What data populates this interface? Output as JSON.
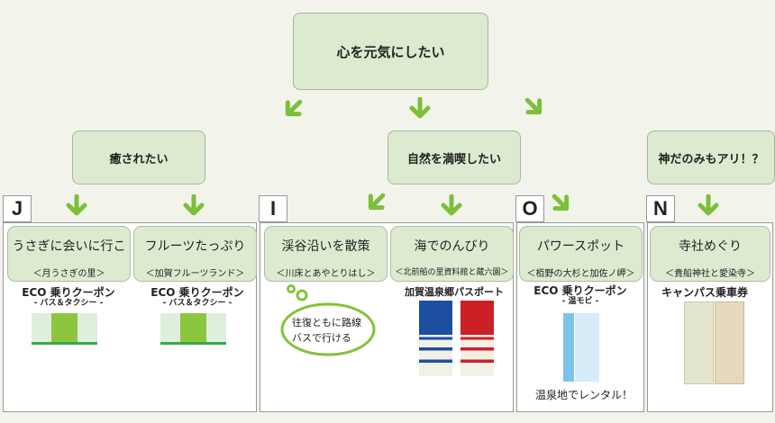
{
  "root": "心を元気にしたい",
  "branches": [
    {
      "label": "癒されたい"
    },
    {
      "label": "自然を満喫したい"
    },
    {
      "label": "神だのみもアリ！？"
    }
  ],
  "groups": [
    {
      "tag": "J",
      "items": [
        {
          "title": "うさぎに会いに行こ",
          "place": "＜月うさぎの里＞",
          "ticket": "ECO 乗りクーポン",
          "ticket_sub": "- バス＆タクシー -"
        },
        {
          "title": "フルーツたっぷり",
          "place": "＜加賀フルーツランド＞",
          "ticket": "ECO 乗りクーポン",
          "ticket_sub": "- バス＆タクシー -"
        }
      ]
    },
    {
      "tag": "I",
      "items": [
        {
          "title": "渓谷沿いを散策",
          "place": "＜川床とあやとりはし＞",
          "note_line1": "往復ともに路線",
          "note_line2": "バスで行ける"
        },
        {
          "title": "海でのんびり",
          "place": "＜北前船の里資料館と蔵六園＞",
          "ticket": "加賀温泉郷パスポート"
        }
      ]
    },
    {
      "tag": "O",
      "items": [
        {
          "title": "パワースポット",
          "place": "＜栢野の大杉と加佐ノ岬＞",
          "ticket": "ECO 乗りクーポン",
          "ticket_sub": "- 温モビ -",
          "note": "温泉地でレンタル！"
        }
      ]
    },
    {
      "tag": "N",
      "items": [
        {
          "title": "寺社めぐり",
          "place": "＜貴船神社と愛染寺＞",
          "ticket": "キャンパス乗車券"
        }
      ]
    }
  ],
  "colors": {
    "box": "#dcebd0",
    "arrow": "#7cbf3a",
    "bubble": "#86c13c"
  }
}
